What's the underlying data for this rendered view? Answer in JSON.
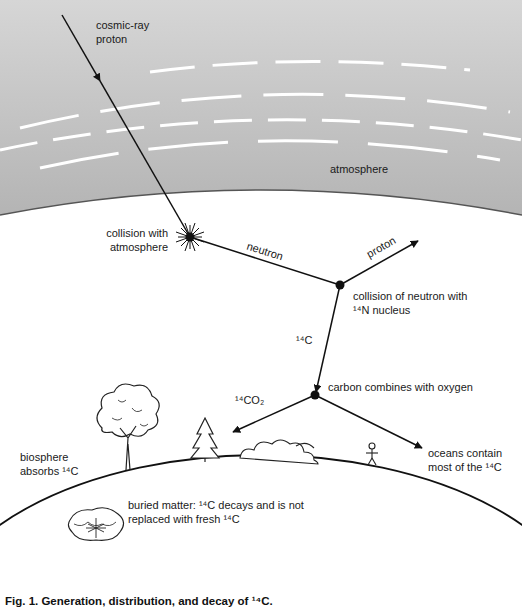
{
  "diagram": {
    "caption": "Fig. 1. Generation, distribution, and decay of ¹⁴C.",
    "labels": [
      "cosmic-ray proton",
      "atmosphere",
      "collision with atmosphere",
      "neutron",
      "proton",
      "collision of neutron with ¹⁴N nucleus",
      "¹⁴C",
      "carbon combines with oxygen",
      "¹⁴CO₂",
      "biosphere absorbs ¹⁴C",
      "oceans contain most of the ¹⁴C",
      "buried matter: ¹⁴C decays and is not replaced with fresh ¹⁴C"
    ]
  }
}
